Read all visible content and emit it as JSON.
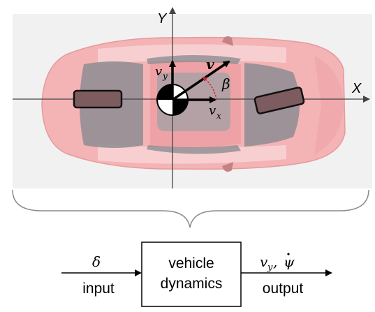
{
  "axes": {
    "x_label": "X",
    "y_label": "Y"
  },
  "vectors": {
    "v_label": "v",
    "vx_label": "v",
    "vx_sub": "x",
    "vy_label": "v",
    "vy_sub": "y",
    "beta_label": "β"
  },
  "block": {
    "line1": "vehicle",
    "line2": "dynamics"
  },
  "input": {
    "symbol": "δ",
    "label": "input"
  },
  "output": {
    "symbol": "v",
    "symbol_sub": "y",
    "symbol_sep": ", ",
    "symbol_psi": "ψ",
    "label": "output"
  },
  "colors": {
    "car_body": "#f2a3a6",
    "car_window": "#8c8c90",
    "tire": "#7a5a5c",
    "background_panel": "#f1f1f1"
  }
}
